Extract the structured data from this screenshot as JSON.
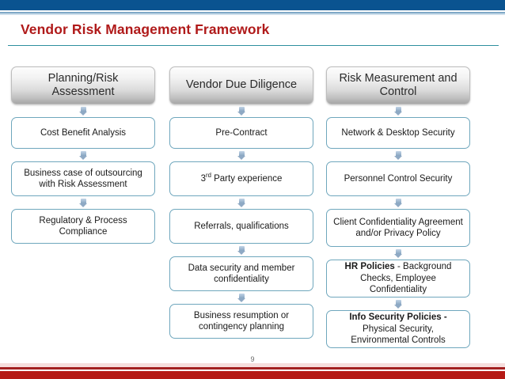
{
  "slide": {
    "title": "Vendor Risk Management Framework",
    "page_number": "9"
  },
  "colors": {
    "top_band": "#0a5390",
    "title_text": "#b01a1a",
    "title_rule": "#2e8f9e",
    "node_border": "#6fa7bd",
    "connector": "#8fa9c4",
    "bottom_band": "#b51a16"
  },
  "columns": [
    {
      "header": "Planning/Risk Assessment",
      "nodes": [
        {
          "text": "Cost Benefit Analysis",
          "size": "h1"
        },
        {
          "text": "Business case of outsourcing with Risk Assessment",
          "size": "h2"
        },
        {
          "text": "Regulatory & Process Compliance",
          "size": "h2"
        }
      ]
    },
    {
      "header": "Vendor Due Diligence",
      "nodes": [
        {
          "text": "Pre-Contract",
          "size": "h1"
        },
        {
          "text": "3rd Party experience",
          "size": "h2",
          "sup": {
            "base": "3",
            "mark": "rd",
            "rest": " Party experience"
          }
        },
        {
          "text": "Referrals, qualifications",
          "size": "h2"
        },
        {
          "text": "Data security and member confidentiality",
          "size": "h2"
        },
        {
          "text": "Business resumption or contingency planning",
          "size": "h2"
        }
      ]
    },
    {
      "header": "Risk Measurement and Control",
      "nodes": [
        {
          "text": "Network & Desktop Security",
          "size": "h1"
        },
        {
          "text": "Personnel Control Security",
          "size": "h2"
        },
        {
          "text": "Client Confidentiality Agreement and/or Privacy Policy",
          "size": "h3"
        },
        {
          "text": "HR Policies - Background Checks, Employee Confidentiality",
          "size": "h3",
          "bold_prefix": "HR Policies",
          "rest": " - Background Checks, Employee Confidentiality"
        },
        {
          "text": "Info Security Policies - Physical Security, Environmental Controls",
          "size": "h3",
          "bold_prefix": "Info Security Policies -",
          "rest": " Physical Security, Environmental Controls"
        }
      ]
    }
  ]
}
